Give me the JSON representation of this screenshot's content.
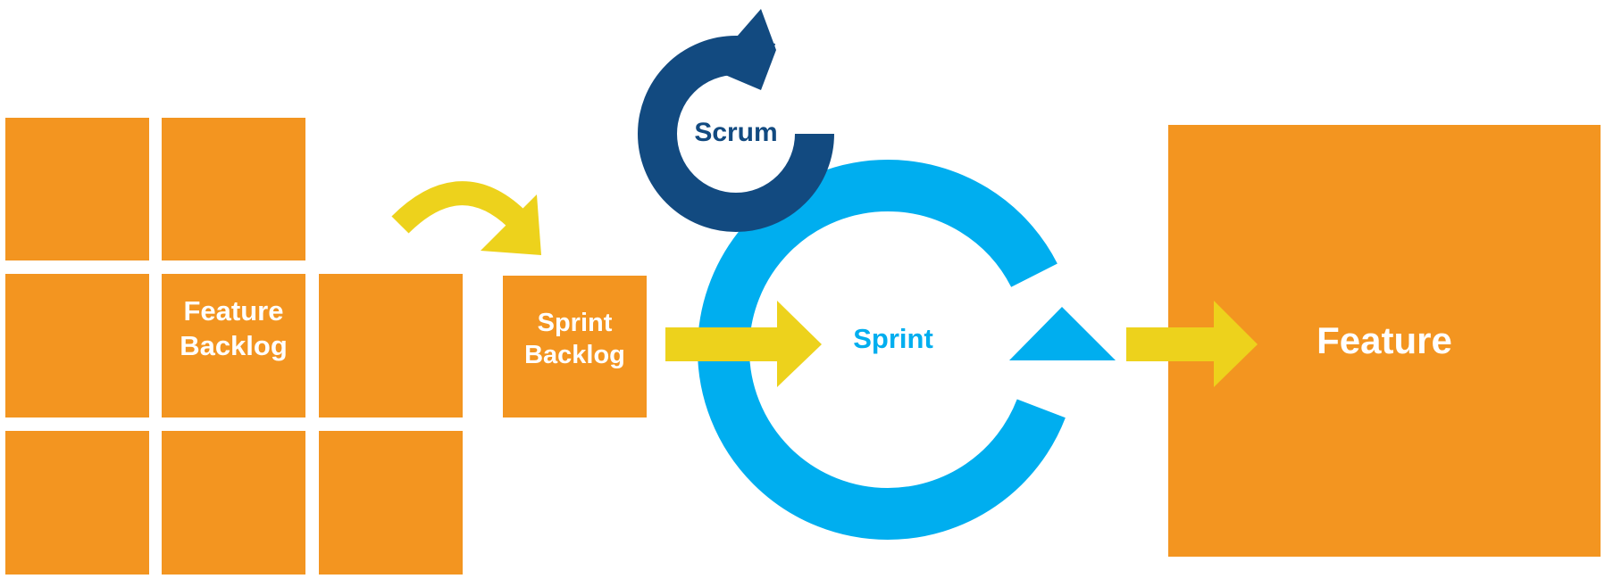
{
  "backlog": {
    "label_line1": "Feature",
    "label_line2": "Backlog"
  },
  "sprint_backlog": {
    "label_line1": "Sprint",
    "label_line2": "Backlog"
  },
  "scrum_cycle": {
    "label": "Scrum"
  },
  "sprint_cycle": {
    "label": "Sprint"
  },
  "feature": {
    "label": "Feature"
  },
  "colors": {
    "orange": "#F39520",
    "yellow": "#EDD21C",
    "dark_blue": "#124A80",
    "light_blue": "#00AEEF",
    "white": "#FFFFFF"
  },
  "icons": [
    "curved-arrow-icon",
    "right-arrow-icon",
    "cycle-arrow-icon"
  ]
}
